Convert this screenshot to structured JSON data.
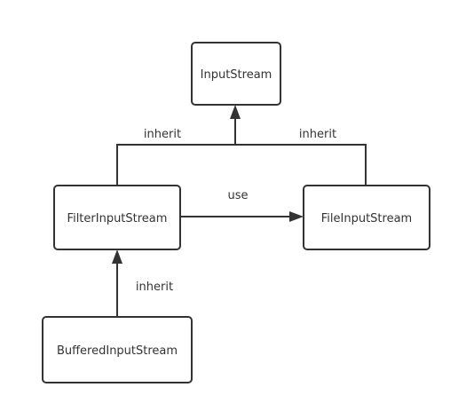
{
  "nodes": {
    "input_stream": "InputStream",
    "filter_input_stream": "FilterInputStream",
    "file_input_stream": "FileInputStream",
    "buffered_input_stream": "BufferedInputStream"
  },
  "edges": {
    "filter_to_input": "inherit",
    "file_to_input": "inherit",
    "filter_uses_file": "use",
    "buffered_to_filter": "inherit"
  },
  "colors": {
    "stroke": "#333333",
    "background": "#ffffff"
  }
}
